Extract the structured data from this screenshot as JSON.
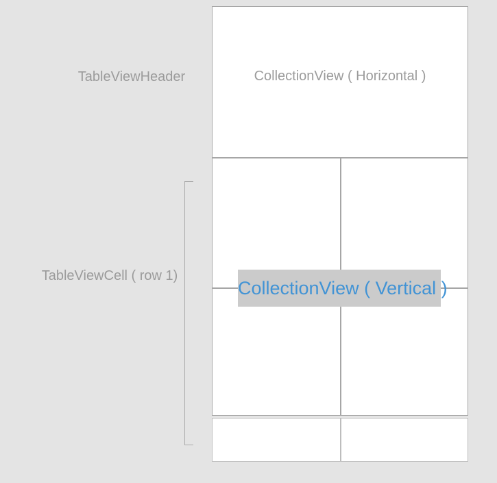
{
  "colors": {
    "canvas_bg": "#e4e4e4",
    "panel_bg": "#ffffff",
    "border": "#a6a6a6",
    "border_light": "#bdbdbd",
    "text_gray": "#9b9b9b",
    "accent_blue": "#4193d5",
    "badge_bg": "#cbcbcb",
    "bracket": "#ababab"
  },
  "annotations": {
    "header_label": "TableViewHeader",
    "cell_label": "TableViewCell ( row 1)"
  },
  "table": {
    "header_label": "CollectionView ( Horizontal )",
    "row1_label": "CollectionView ( Vertical )"
  }
}
